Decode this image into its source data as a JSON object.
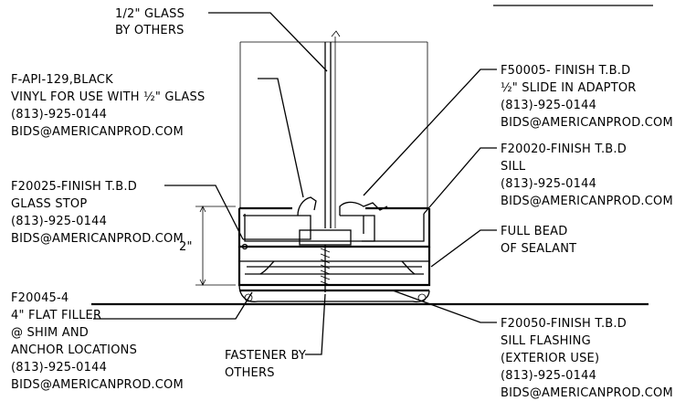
{
  "callouts": {
    "glass": [
      "1/2\" GLASS",
      "BY OTHERS"
    ],
    "vinyl": [
      "F-API-129,BLACK",
      "VINYL FOR USE WITH ½\" GLASS",
      "(813)-925-0144",
      "BIDS@AMERICANPROD.COM"
    ],
    "glass_stop": [
      "F20025-FINISH T.B.D",
      "GLASS STOP",
      "(813)-925-0144",
      "BIDS@AMERICANPROD.COM"
    ],
    "flat_filler": [
      "F20045-4",
      "4\" FLAT FILLER",
      "@ SHIM AND",
      "ANCHOR LOCATIONS",
      "(813)-925-0144",
      "BIDS@AMERICANPROD.COM"
    ],
    "fastener": [
      "FASTENER BY",
      "OTHERS"
    ],
    "adaptor": [
      "F50005- FINISH T.B.D",
      "½\" SLIDE IN ADAPTOR",
      "(813)-925-0144",
      "BIDS@AMERICANPROD.COM"
    ],
    "sill": [
      "F20020-FINISH T.B.D",
      "SILL",
      "(813)-925-0144",
      "BIDS@AMERICANPROD.COM"
    ],
    "sealant": [
      "FULL BEAD",
      "OF SEALANT"
    ],
    "sill_flashing": [
      "F20050-FINISH T.B.D",
      "SILL FLASHING",
      "(EXTERIOR USE)",
      "(813)-925-0144",
      "BIDS@AMERICANPROD.COM"
    ]
  },
  "dimension": {
    "height": "2\""
  }
}
